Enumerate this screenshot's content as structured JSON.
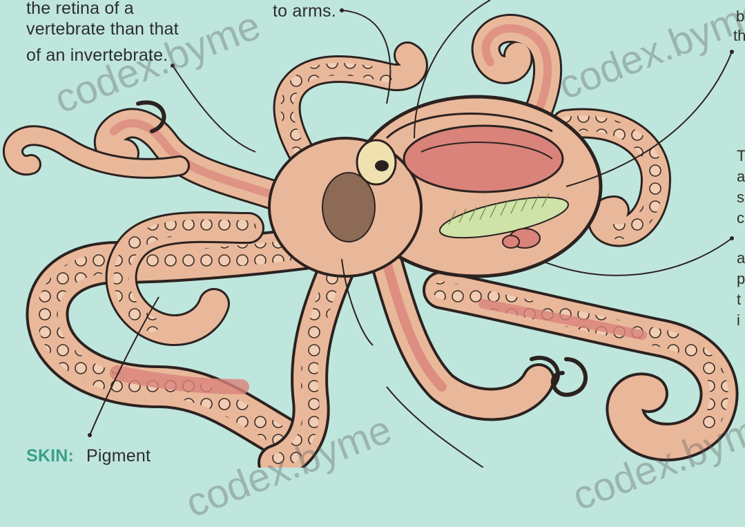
{
  "labels": {
    "retina_line1": "the retina of a",
    "retina_line2": "vertebrate than that",
    "retina_line3": "of an invertebrate.",
    "arms": "to arms.",
    "skin_label": "SKIN:",
    "skin_text": "Pigment",
    "right_partial_top_1": "b",
    "right_partial_top_2": "th",
    "right_edge_chars": [
      "T",
      "a",
      "s",
      "c",
      "a",
      "p",
      "t",
      "i"
    ]
  },
  "watermark": "codex.byme",
  "colors": {
    "background": "#bfe6dc",
    "body_fill": "#e9b89a",
    "arm_stripe": "#d9837a",
    "outline": "#2b2220",
    "brain": "#8c6a55",
    "gill": "#cfe3a8",
    "skin_label": "#3aa08a"
  }
}
